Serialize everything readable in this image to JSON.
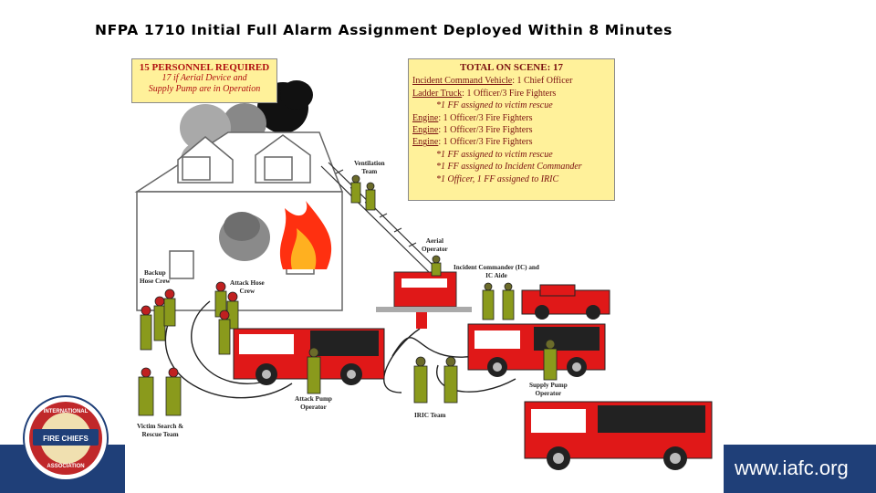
{
  "title": "NFPA 1710 Initial Full Alarm Assignment Deployed Within 8 Minutes",
  "personnel_box": {
    "heading": "15 PERSONNEL REQUIRED",
    "line1": "17 if Aerial Device and",
    "line2": "Supply Pump are in Operation"
  },
  "total_box": {
    "heading": "TOTAL ON SCENE: 17",
    "lines": [
      {
        "unit": "Incident Command Vehicle",
        "text": ": 1 Chief Officer"
      },
      {
        "unit": "Ladder Truck",
        "text": ": 1 Officer/3 Fire Fighters"
      },
      {
        "note": "*1 FF assigned to victim rescue"
      },
      {
        "unit": "Engine",
        "text": ": 1 Officer/3 Fire Fighters"
      },
      {
        "unit": "Engine",
        "text": ": 1 Officer/3 Fire Fighters"
      },
      {
        "unit": "Engine",
        "text": ": 1 Officer/3 Fire Fighters"
      },
      {
        "note": "*1 FF assigned to victim rescue"
      },
      {
        "note": "*1 FF assigned to Incident Commander"
      },
      {
        "note": "*1 Officer, 1 FF assigned to IRIC"
      }
    ]
  },
  "labels": {
    "ventilation": "Ventilation\nTeam",
    "aerial": "Aerial\nOperator",
    "ic": "Incident Commander (IC) and\nIC Aide",
    "backup": "Backup\nHose Crew",
    "attack_crew": "Attack Hose\nCrew",
    "attack_pump": "Attack Pump\nOperator",
    "iric": "IRIC Team",
    "supply": "Supply Pump\nOperator",
    "victim": "Victim Search &\nRescue Team"
  },
  "footer": {
    "url": "www.iafc.org"
  },
  "logo": {
    "top": "INTERNATIONAL",
    "middle": "FIRE CHIEFS",
    "bottom": "ASSOCIATION"
  },
  "colors": {
    "footer": "#1f3f78",
    "note_box": "#fff19a",
    "truck_red": "#e01818",
    "ff_green": "#8a9a1c"
  }
}
